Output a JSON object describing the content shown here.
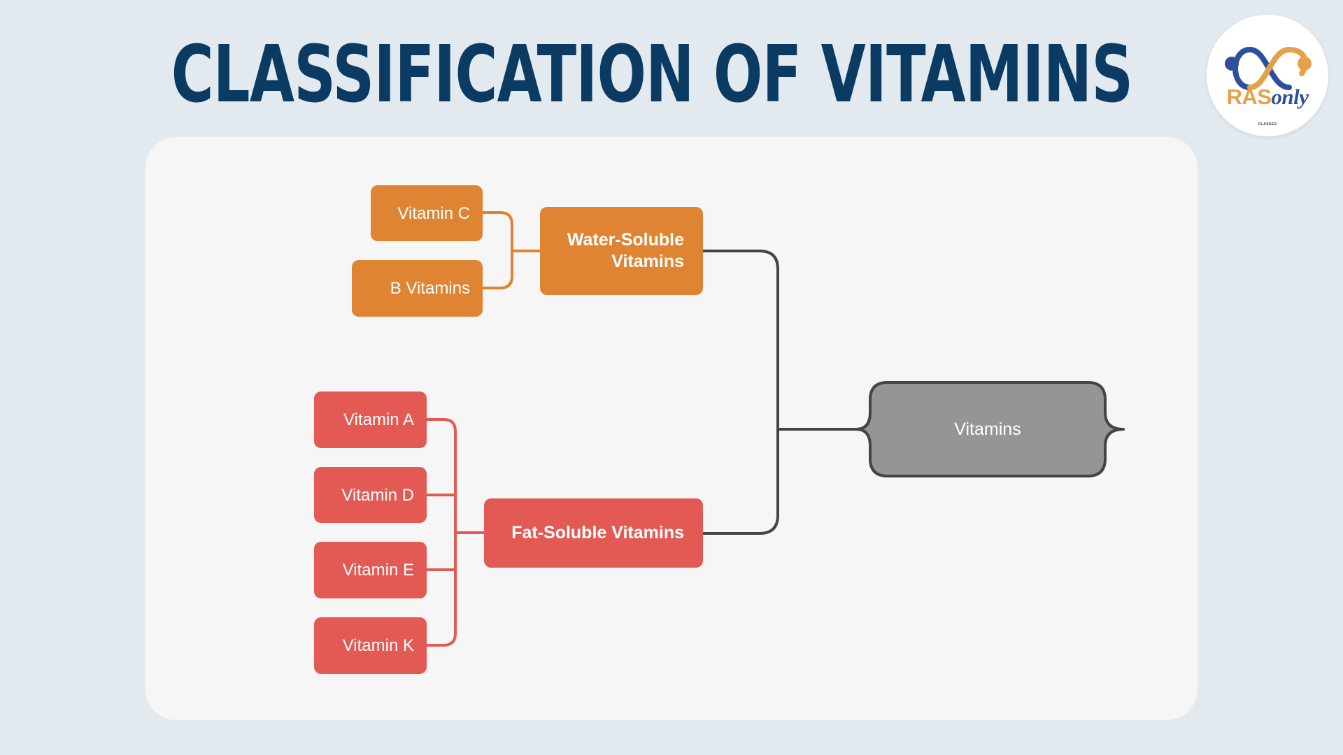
{
  "title": "CLASSIFICATION OF VITAMINS",
  "logo": {
    "name_part1": "RAS",
    "name_part2": "only",
    "tagline": "CLASSES"
  },
  "diagram": {
    "root": "Vitamins",
    "categories": [
      {
        "label": "Water-Soluble Vitamins",
        "color": "#de8433",
        "items": [
          "Vitamin C",
          "B Vitamins"
        ]
      },
      {
        "label": "Fat-Soluble Vitamins",
        "color": "#e35a55",
        "items": [
          "Vitamin A",
          "Vitamin D",
          "Vitamin E",
          "Vitamin K"
        ]
      }
    ],
    "root_color": "#959595",
    "connector_color": "#444444"
  },
  "colors": {
    "background": "#e2eaf0",
    "panel": "#f6f6f6",
    "title": "#0b3b63"
  }
}
